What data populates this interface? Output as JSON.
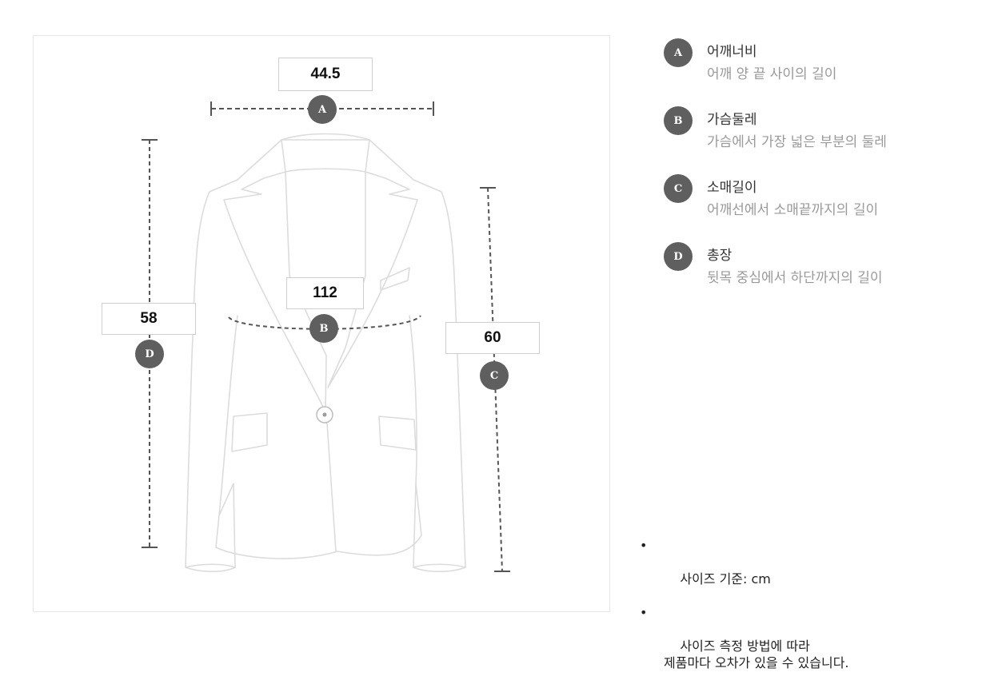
{
  "measurements": {
    "a": {
      "badge": "A",
      "value": "44.5"
    },
    "b": {
      "badge": "B",
      "value": "112"
    },
    "c": {
      "badge": "C",
      "value": "60"
    },
    "d": {
      "badge": "D",
      "value": "58"
    }
  },
  "legend": [
    {
      "badge": "A",
      "name": "어깨너비",
      "desc": "어깨 양 끝 사이의 길이"
    },
    {
      "badge": "B",
      "name": "가슴둘레",
      "desc": "가슴에서 가장 넓은 부분의 둘레"
    },
    {
      "badge": "C",
      "name": "소매길이",
      "desc": "어깨선에서 소매끝까지의 길이"
    },
    {
      "badge": "D",
      "name": "총장",
      "desc": "뒷목 중심에서 하단까지의 길이"
    }
  ],
  "notes": {
    "bullet": "•",
    "items": [
      "사이즈 기준: cm",
      "사이즈 측정 방법에 따라\n제품마다 오차가 있을 수 있습니다."
    ]
  },
  "colors": {
    "badge": "#5f5f5f",
    "outline": "#dadada",
    "dash": "#555555"
  }
}
